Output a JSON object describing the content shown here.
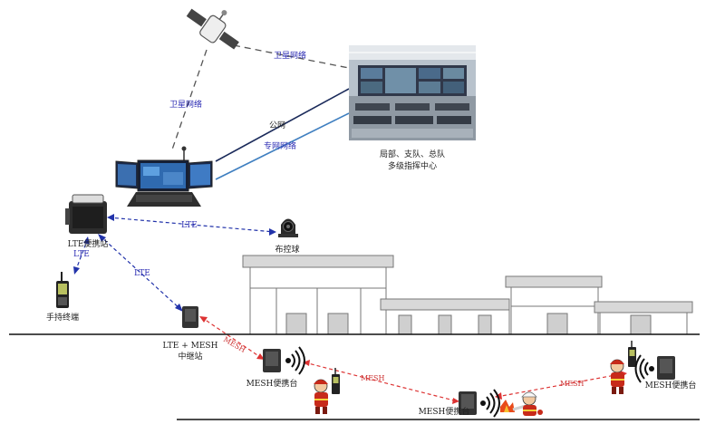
{
  "diagram": {
    "links": {
      "satellite_top": "卫星网络",
      "satellite_left": "卫星网络",
      "public_net": "公网",
      "private_net": "专网网络",
      "lte_horizontal": "LTE",
      "lte_down": "LTE",
      "lte_diagonal": "LTE",
      "mesh_left": "MESH",
      "mesh_center": "MESH",
      "mesh_right": "MESH"
    },
    "nodes": {
      "command_center_line1": "局部、支队、总队",
      "command_center_line2": "多级指挥中心",
      "lte_station": "LTE便携站",
      "ptz_camera": "布控球",
      "handheld": "手持终端",
      "relay_line1": "LTE + MESH",
      "relay_line2": "中继站",
      "mesh_left": "MESH便携台",
      "mesh_center": "MESH便携台",
      "mesh_right": "MESH便携台"
    }
  }
}
